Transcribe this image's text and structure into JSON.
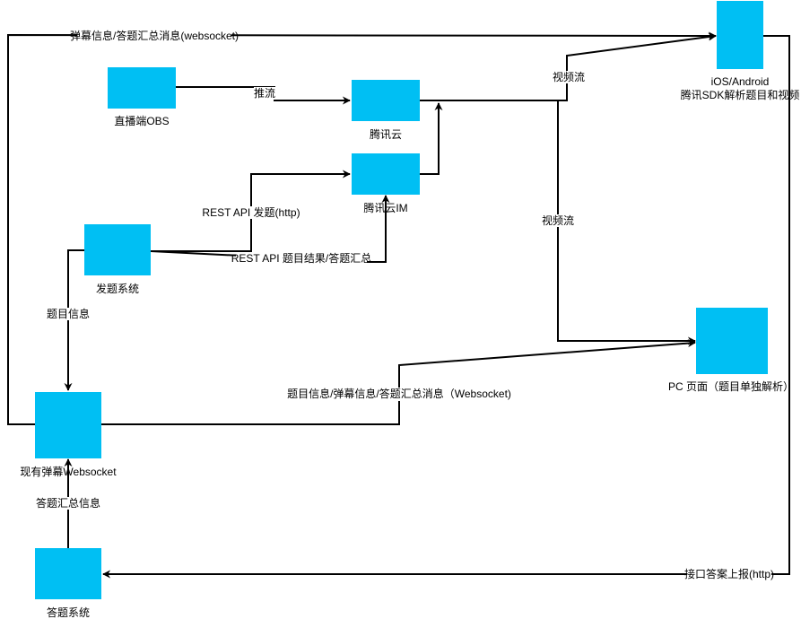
{
  "colors": {
    "node_fill": "#00BFF3",
    "edge_stroke": "#000000",
    "background": "#FFFFFF"
  },
  "nodes": [
    {
      "id": "obs",
      "label": "直播端OBS"
    },
    {
      "id": "tencent_cloud",
      "label": "腾讯云"
    },
    {
      "id": "tencent_im",
      "label": "腾讯云IM"
    },
    {
      "id": "ios_android",
      "label_line1": "iOS/Android",
      "label_line2": "腾讯SDK解析题目和视频"
    },
    {
      "id": "question_system",
      "label": "发题系统"
    },
    {
      "id": "pc_page",
      "label": "PC 页面（题目单独解析）"
    },
    {
      "id": "danmaku_ws",
      "label": "现有弹幕Websocket"
    },
    {
      "id": "answer_system",
      "label": "答题系统"
    }
  ],
  "edges": [
    {
      "id": "e1",
      "from": "danmaku_ws",
      "to": "ios_android",
      "label": "弹幕信息/答题汇总消息(websocket)"
    },
    {
      "id": "e2",
      "from": "obs",
      "to": "tencent_cloud",
      "label": "推流"
    },
    {
      "id": "e3",
      "from": "tencent_cloud",
      "to": "ios_android",
      "label": "视频流"
    },
    {
      "id": "e4",
      "from": "tencent_cloud",
      "to": "pc_page",
      "label": "视频流"
    },
    {
      "id": "e5",
      "from": "tencent_im",
      "to": "tencent_cloud",
      "label": ""
    },
    {
      "id": "e6",
      "from": "question_system",
      "to": "tencent_im",
      "label": "REST API 发题(http)"
    },
    {
      "id": "e7",
      "from": "question_system",
      "to": "tencent_im",
      "label": "REST API 题目结果/答题汇总"
    },
    {
      "id": "e8",
      "from": "question_system",
      "to": "danmaku_ws",
      "label": "题目信息"
    },
    {
      "id": "e9",
      "from": "danmaku_ws",
      "to": "pc_page",
      "label": "题目信息/弹幕信息/答题汇总消息（Websocket)"
    },
    {
      "id": "e10",
      "from": "answer_system",
      "to": "danmaku_ws",
      "label": "答题汇总信息"
    },
    {
      "id": "e11",
      "from": "ios_android",
      "to": "answer_system",
      "label": "接口答案上报(http)"
    }
  ]
}
